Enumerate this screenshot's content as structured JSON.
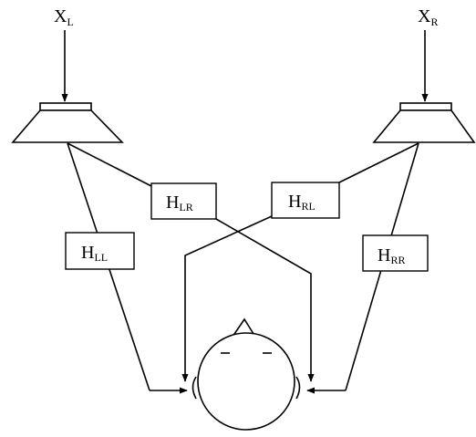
{
  "inputs": {
    "left": {
      "main": "X",
      "sub": "L"
    },
    "right": {
      "main": "X",
      "sub": "R"
    }
  },
  "transfer_functions": {
    "LL": {
      "main": "H",
      "sub": "LL"
    },
    "LR": {
      "main": "H",
      "sub": "LR"
    },
    "RL": {
      "main": "H",
      "sub": "RL"
    },
    "RR": {
      "main": "H",
      "sub": "RR"
    }
  }
}
